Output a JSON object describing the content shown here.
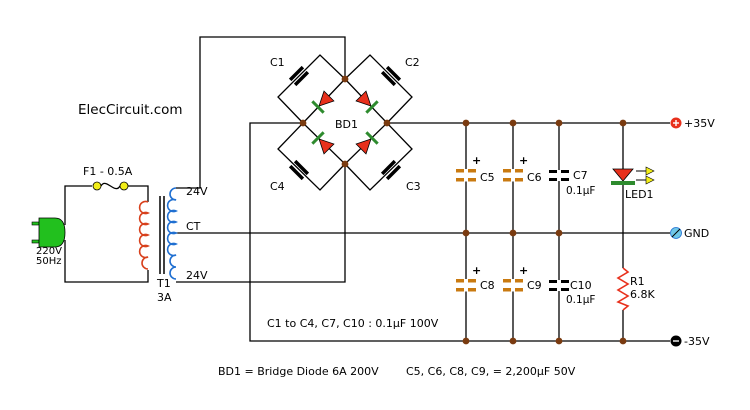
{
  "site": "ElecCircuit.com",
  "components": {
    "fuse": "F1 - 0.5A",
    "plug_voltage": "220V",
    "plug_freq": "50Hz",
    "transformer_name": "T1",
    "transformer_current": "3A",
    "tap_top": "24V",
    "tap_center": "CT",
    "tap_bottom": "24V",
    "bridge": "BD1",
    "c1": "C1",
    "c2": "C2",
    "c3": "C3",
    "c4": "C4",
    "c5": "C5",
    "c6": "C6",
    "c7": "C7",
    "c8": "C8",
    "c9": "C9",
    "c10": "C10",
    "c7_value": "0.1µF",
    "c10_value": "0.1µF",
    "led": "LED1",
    "r1": "R1",
    "r1_value": "6.8K",
    "plus": "+"
  },
  "rails": {
    "pos": "+35V",
    "gnd": "GND",
    "neg": "-35V"
  },
  "notes": {
    "caps_small": "C1 to C4, C7, C10 :  0.1µF 100V",
    "bridge_spec": "BD1 = Bridge Diode 6A 200V",
    "caps_big": "C5, C6, C8, C9, = 2,200µF 50V"
  },
  "colors": {
    "wire": "#000000",
    "transformer_primary": "#d8401c",
    "transformer_secondary": "#1f6fd1",
    "capacitor_plate": "#c97a10",
    "diode_fill": "#e8301c",
    "diode_bar": "#2e8b2e",
    "plug_green": "#22c01e",
    "resistor": "#e8301c",
    "node": "#7a3b10",
    "fuse_end": "#f2ee18"
  }
}
